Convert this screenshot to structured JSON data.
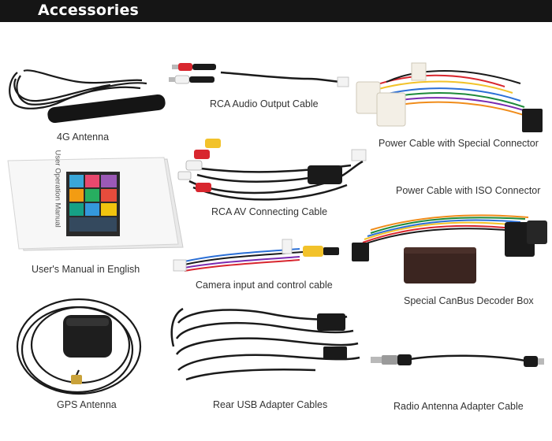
{
  "header": {
    "title": "Accessories"
  },
  "items": [
    {
      "label": "4G Antenna",
      "icon": "antenna-4g-icon"
    },
    {
      "label": "RCA Audio Output Cable",
      "icon": "rca-audio-cable-icon"
    },
    {
      "label": "Power Cable with Special Connector",
      "icon": "power-cable-special-icon"
    },
    {
      "label": "RCA AV Connecting Cable",
      "icon": "rca-av-cable-icon"
    },
    {
      "label": "Power Cable with ISO Connector",
      "icon": "power-cable-iso-icon"
    },
    {
      "label": "User's Manual in English",
      "icon": "user-manual-icon",
      "cover_text": "User Operation Manual"
    },
    {
      "label": "Camera input and control cable",
      "icon": "camera-cable-icon"
    },
    {
      "label": "Special CanBus Decoder Box",
      "icon": "canbus-decoder-icon"
    },
    {
      "label": "GPS Antenna",
      "icon": "gps-antenna-icon"
    },
    {
      "label": "Rear USB Adapter Cables",
      "icon": "usb-adapter-cable-icon"
    },
    {
      "label": "Radio Antenna Adapter Cable",
      "icon": "radio-antenna-adapter-icon"
    }
  ],
  "colors": {
    "header_bg": "#151515",
    "header_text": "#ffffff",
    "cable_black": "#1a1a1a",
    "rca_red": "#d8262e",
    "rca_yellow": "#f2c22a",
    "rca_white": "#f2f2f2"
  }
}
